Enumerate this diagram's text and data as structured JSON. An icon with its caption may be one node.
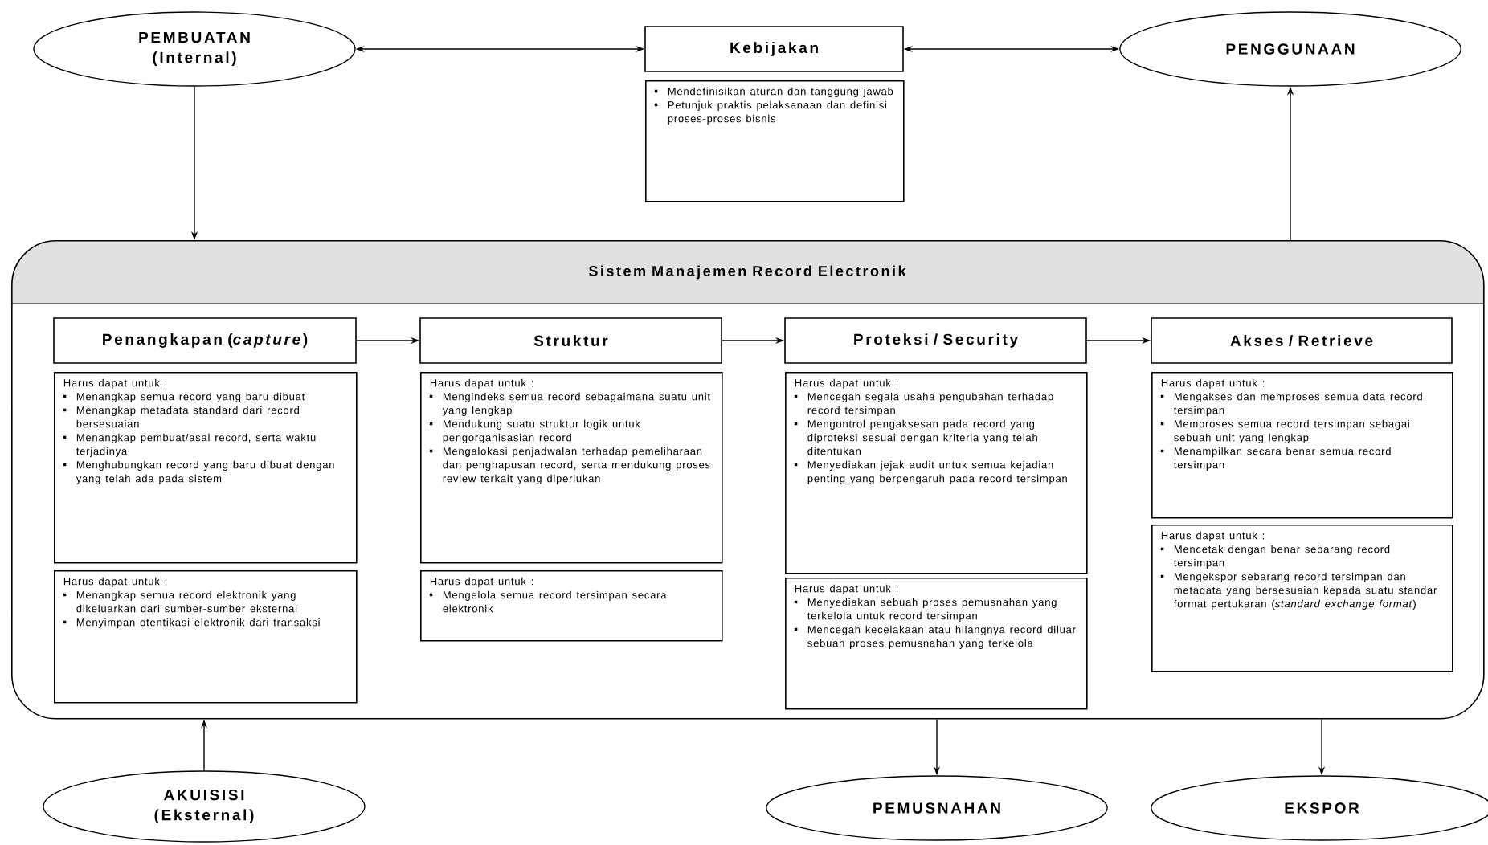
{
  "diagram": {
    "nodes": [
      {
        "text": [
          "PEMBUATAN (Internal)"
        ]
      },
      {
        "text": [
          "Kebijakan"
        ]
      },
      {
        "text": [
          "Mendefinisikan aturan dan tanggung jawab",
          "Petunjuk praktis pelaksanaan dan definisi proses-proses bisnis"
        ]
      },
      {
        "text": [
          "PENGGUNAAN"
        ]
      },
      {
        "text": [
          "Sistem Manajemen Record Electronik"
        ]
      },
      {
        "text": [
          "Penangkapan (*capture*)"
        ],
        "in": 4
      },
      {
        "text": [
          "Harus dapat untuk :",
          "Menangkap semua record yang baru dibuat",
          "Menangkap metadata standard dari record bersesuaian",
          "Menangkap pembuat/asal record, serta waktu terjadinya",
          "Menghubungkan record yang baru dibuat dengan yang telah ada pada sistem"
        ],
        "in": 4
      },
      {
        "text": [
          "Harus dapat untuk :",
          "Menangkap semua record elektronik yang dikeluarkan dari sumber-sumber eksternal",
          "Menyimpan otentikasi elektronik dari transaksi"
        ],
        "in": 4
      },
      {
        "text": [
          "Struktur"
        ],
        "in": 4
      },
      {
        "text": [
          "Harus dapat untuk :",
          "Mengindeks semua record sebagaimana suatu unit yang lengkap",
          "Mendukung suatu struktur logik untuk pengorganisasian record",
          "Mengalokasi penjadwalan terhadap pemeliharaan dan penghapusan record, serta mendukung proses review terkait yang diperlukan"
        ],
        "in": 4
      },
      {
        "text": [
          "Harus dapat untuk :",
          "Mengelola semua record tersimpan secara elektronik"
        ],
        "in": 4
      },
      {
        "text": [
          "Proteksi / Security"
        ],
        "in": 4
      },
      {
        "text": [
          "Harus dapat untuk :",
          "Mencegah segala usaha pengubahan terhadap record tersimpan",
          "Mengontrol pengaksesan pada record yang diproteksi sesuai dengan kriteria yang telah ditentukan",
          "Menyediakan jejak audit untuk semua kejadian penting yang berpengaruh pada record tersimpan"
        ],
        "in": 4
      },
      {
        "text": [
          "Harus dapat untuk :",
          "Menyediakan sebuah proses pemusnahan yang terkelola untuk record tersimpan",
          "Mencegah kecelakaan atau hilangnya record diluar sebuah proses pemusnahan yang terkelola"
        ],
        "in": 4
      },
      {
        "text": [
          "Akses / Retrieve"
        ],
        "in": 4
      },
      {
        "text": [
          "Harus dapat untuk :",
          "Mengakses dan memproses semua data record tersimpan",
          "Memproses semua record tersimpan sebagai sebuah unit yang lengkap",
          "Menampilkan secara benar semua record tersimpan"
        ],
        "in": 4
      },
      {
        "text": [
          "Harus dapat untuk :",
          "Mencetak dengan benar sebarang record tersimpan",
          "Mengekspor sebarang record tersimpan dan metadata yang bersesuaian kepada suatu standar format pertukaran (*standard exchange format*)"
        ],
        "in": 4
      },
      {
        "text": [
          "AKUISISI (Eksternal)"
        ]
      },
      {
        "text": [
          "PEMUSNAHAN"
        ]
      },
      {
        "text": [
          "EKSPOR"
        ]
      }
    ],
    "edges": [
      {
        "from": 0,
        "to": 1,
        "arrow": "both"
      },
      {
        "from": 1,
        "to": 3,
        "arrow": "both"
      },
      {
        "from": 0,
        "to": 4,
        "arrow": "to"
      },
      {
        "from": 4,
        "to": 3,
        "arrow": "to"
      },
      {
        "from": 5,
        "to": 8,
        "arrow": "to"
      },
      {
        "from": 8,
        "to": 11,
        "arrow": "to"
      },
      {
        "from": 11,
        "to": 14,
        "arrow": "to"
      },
      {
        "from": 17,
        "to": 4,
        "arrow": "to"
      },
      {
        "from": 4,
        "to": 18,
        "arrow": "to"
      },
      {
        "from": 4,
        "to": 19,
        "arrow": "to"
      }
    ]
  }
}
